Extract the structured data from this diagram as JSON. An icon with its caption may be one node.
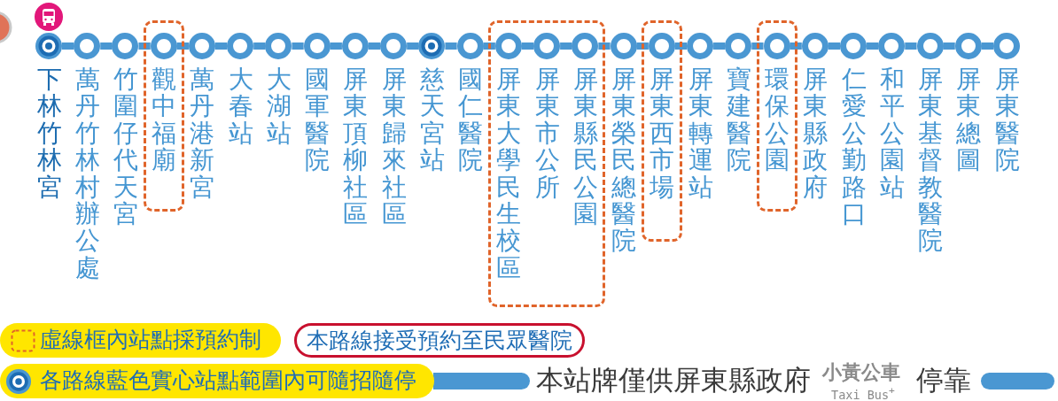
{
  "diagram": {
    "nodes": [
      {
        "text": [
          "下林竹林宮"
        ]
      },
      {
        "text": [
          "萬丹竹林村辦公處"
        ]
      },
      {
        "text": [
          "竹圍仔代天宮"
        ]
      },
      {
        "text": [],
        "shape": "box"
      },
      {
        "text": [
          "觀中福廟"
        ],
        "in": 3
      },
      {
        "text": [
          "萬丹港新宮"
        ]
      },
      {
        "text": [
          "大春站"
        ]
      },
      {
        "text": [
          "大湖站"
        ]
      },
      {
        "text": [
          "國軍醫院"
        ]
      },
      {
        "text": [
          "屏東頂柳社區"
        ]
      },
      {
        "text": [
          "屏東歸來社區"
        ]
      },
      {
        "text": [
          "慈天宮站"
        ]
      },
      {
        "text": [
          "國仁醫院"
        ]
      },
      {
        "text": [],
        "shape": "box"
      },
      {
        "text": [
          "屏東大學民生校區"
        ],
        "in": 13
      },
      {
        "text": [
          "屏東市公所"
        ],
        "in": 13
      },
      {
        "text": [
          "屏東縣民公園"
        ],
        "in": 13
      },
      {
        "text": [
          "屏東榮民總醫院"
        ]
      },
      {
        "text": [],
        "shape": "box"
      },
      {
        "text": [
          "屏東西市場"
        ],
        "in": 18
      },
      {
        "text": [
          "屏東轉運站"
        ]
      },
      {
        "text": [
          "寶建醫院"
        ]
      },
      {
        "text": [],
        "shape": "box"
      },
      {
        "text": [
          "環保公園"
        ],
        "in": 22
      },
      {
        "text": [
          "屏東縣政府"
        ]
      },
      {
        "text": [
          "仁愛公勤路口"
        ]
      },
      {
        "text": [
          "和平公園站"
        ]
      },
      {
        "text": [
          "屏東基督教醫院"
        ]
      },
      {
        "text": [
          "屏東總圖"
        ]
      },
      {
        "text": [
          "屏東醫院"
        ]
      },
      {
        "text": [],
        "shape": "bar"
      },
      {
        "text": [],
        "shape": "bar"
      }
    ],
    "edges": [
      {
        "from": 0,
        "to": 1,
        "arrow": "none"
      },
      {
        "from": 1,
        "to": 2,
        "arrow": "none"
      },
      {
        "from": 2,
        "to": 4,
        "arrow": "none"
      },
      {
        "from": 4,
        "to": 5,
        "arrow": "none"
      },
      {
        "from": 5,
        "to": 6,
        "arrow": "none"
      },
      {
        "from": 6,
        "to": 7,
        "arrow": "none"
      },
      {
        "from": 7,
        "to": 8,
        "arrow": "none"
      },
      {
        "from": 8,
        "to": 9,
        "arrow": "none"
      },
      {
        "from": 9,
        "to": 10,
        "arrow": "none"
      },
      {
        "from": 10,
        "to": 11,
        "arrow": "none"
      },
      {
        "from": 11,
        "to": 12,
        "arrow": "none"
      },
      {
        "from": 12,
        "to": 14,
        "arrow": "none"
      },
      {
        "from": 14,
        "to": 15,
        "arrow": "none"
      },
      {
        "from": 15,
        "to": 16,
        "arrow": "none"
      },
      {
        "from": 16,
        "to": 17,
        "arrow": "none"
      },
      {
        "from": 17,
        "to": 19,
        "arrow": "none"
      },
      {
        "from": 19,
        "to": 20,
        "arrow": "none"
      },
      {
        "from": 20,
        "to": 21,
        "arrow": "none"
      },
      {
        "from": 21,
        "to": 23,
        "arrow": "none"
      },
      {
        "from": 23,
        "to": 24,
        "arrow": "none"
      },
      {
        "from": 24,
        "to": 25,
        "arrow": "none"
      },
      {
        "from": 25,
        "to": 26,
        "arrow": "none"
      },
      {
        "from": 26,
        "to": 27,
        "arrow": "none"
      },
      {
        "from": 27,
        "to": 28,
        "arrow": "none"
      },
      {
        "from": 28,
        "to": 29,
        "arrow": "none"
      }
    ],
    "labels": [
      "本路線接受預約至民眾醫院",
      "本站牌僅供屏東縣政府",
      "小黃公車",
      "Taxi Bus$^{+}$",
      "停靠"
    ],
    "legend": [
      {
        "text": "虛線框內站點採預約制"
      },
      {
        "text": "各路線藍色實心站點範圍內可隨招隨停"
      }
    ]
  }
}
